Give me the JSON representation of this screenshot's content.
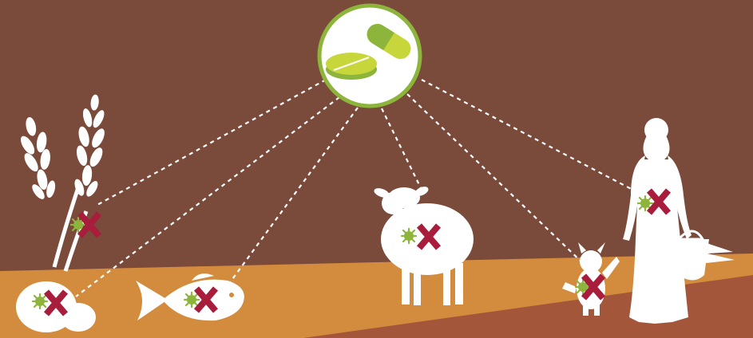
{
  "colors": {
    "background": "#7a4a3a",
    "ground_light": "#d38c3e",
    "ground_dark": "#a3563a",
    "silhouette": "#ffffff",
    "link_line": "#ffffff",
    "pill_circle_border": "#8db53c",
    "pill_light": "#c7d63a",
    "pill_dark": "#8db53c",
    "microbe": "#8db53c",
    "cross_mark": "#a81c3c"
  },
  "hub": {
    "icon": "antibiotic-pills-icon"
  },
  "targets": [
    {
      "name": "wheat",
      "icon": "wheat-icon",
      "crossed": true
    },
    {
      "name": "tuber",
      "icon": "potato-icon",
      "crossed": true
    },
    {
      "name": "fish",
      "icon": "fish-icon",
      "crossed": true
    },
    {
      "name": "sheep",
      "icon": "sheep-icon",
      "crossed": true
    },
    {
      "name": "dog",
      "icon": "dog-icon",
      "crossed": true
    },
    {
      "name": "person",
      "icon": "woman-icon",
      "crossed": true
    }
  ]
}
